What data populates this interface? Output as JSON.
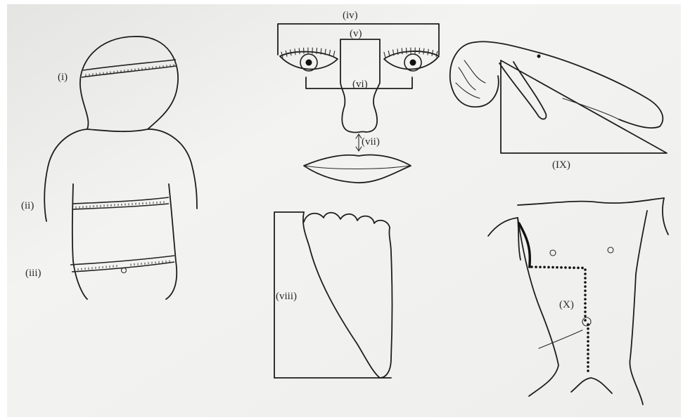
{
  "labels": {
    "head": "(i)",
    "chest": "(ii)",
    "abdomen": "(iii)",
    "face_width": "(iv)",
    "nasal_bridge": "(v)",
    "nose_width": "(vi)",
    "philtrum": "(vii)",
    "foot": "(viii)",
    "arm_span": "(IX)",
    "trunk": "(X)"
  },
  "colors": {
    "paper": "#f1f1ef",
    "ink": "#1e1e1e"
  }
}
